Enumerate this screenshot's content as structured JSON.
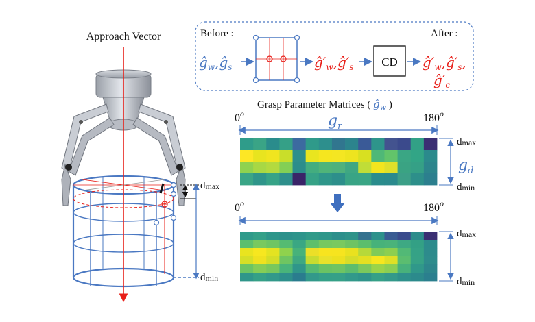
{
  "colors": {
    "blue": "#4a78c2",
    "red": "#e8201a",
    "dark": "#111111",
    "arrow_down": "#3f6fbf"
  },
  "labels": {
    "approach_vector": "Approach Vector",
    "before": "Before :",
    "after": "After :",
    "cd": "CD",
    "input_pair": "ĝ w ,ĝ s",
    "input_w": "ĝ",
    "input_w_sub": "w",
    "input_s": "ĝ",
    "input_s_sub": "s",
    "mid_w": "ĝ′",
    "mid_w_sub": "w",
    "mid_s": "ĝ′",
    "mid_s_sub": "s",
    "out_w": "ĝ′",
    "out_w_sub": "w",
    "out_s": "ĝ′",
    "out_s_sub": "s",
    "out_c": "ĝ′",
    "out_c_sub": "c",
    "matrices_title_prefix": "Grasp Parameter Matrices ( ",
    "matrices_title_symbol": "ĝ",
    "matrices_title_sub": "w",
    "matrices_title_suffix": " )",
    "deg_start": "0",
    "deg_end": "180",
    "deg_sup": "o",
    "g_r": "g",
    "g_r_sub": "r",
    "g_d": "g",
    "g_d_sub": "d",
    "d_max": "d",
    "d_max_sub": "max",
    "d_min": "d",
    "d_min_sub": "min"
  },
  "matrix_top": [
    [
      "#2f9c8a",
      "#3aa486",
      "#2a8c8c",
      "#35a087",
      "#3c6aa0",
      "#2f9a8a",
      "#2d8f8d",
      "#31768f",
      "#2c848d",
      "#3a5a97",
      "#2e958b",
      "#43538f",
      "#3b4a8c",
      "#32a186",
      "#3b2f73"
    ],
    [
      "#fde725",
      "#e8e41f",
      "#f0e51f",
      "#c9de2a",
      "#2e8f8c",
      "#e9e51f",
      "#f5e61f",
      "#f4e622",
      "#eee41f",
      "#d8e021",
      "#4fb877",
      "#62c46a",
      "#3aa684",
      "#32a586",
      "#2b8a8c"
    ],
    [
      "#8fd24f",
      "#a8d844",
      "#b3da3f",
      "#83cf55",
      "#2c8d8b",
      "#43ad7f",
      "#50b479",
      "#4fb17c",
      "#3fa783",
      "#c0dd37",
      "#f2e51e",
      "#dfe02a",
      "#3aa383",
      "#35a086",
      "#2c858c"
    ],
    [
      "#3aa586",
      "#2f958a",
      "#36a387",
      "#2e8f8b",
      "#3a2468",
      "#36a286",
      "#2f968a",
      "#2d8f8b",
      "#39a485",
      "#3aa585",
      "#2a8c8c",
      "#2b8a8d",
      "#3c9f87",
      "#2d8f8a",
      "#2c7f8e"
    ]
  ],
  "matrix_bottom": [
    [
      "#2f9a8a",
      "#34a088",
      "#2e968a",
      "#2d918b",
      "#2e948b",
      "#319a89",
      "#2f978a",
      "#2d8f8b",
      "#2f938a",
      "#35728f",
      "#2e918b",
      "#3a5c93",
      "#3a4b8c",
      "#2d8c8b",
      "#3a2f73"
    ],
    [
      "#5cbf6e",
      "#79c95f",
      "#6ec563",
      "#55bb72",
      "#3aa783",
      "#5fbf6b",
      "#76c860",
      "#7ac95f",
      "#6ec363",
      "#5cbe6c",
      "#47b27a",
      "#4ab37a",
      "#3ea983",
      "#33a085",
      "#2c8b8c"
    ],
    [
      "#e9e41f",
      "#f7e71f",
      "#e4e321",
      "#8fd24d",
      "#47b27a",
      "#ecdf28",
      "#f7e41f",
      "#f6e41f",
      "#e9e11f",
      "#b6d93a",
      "#7fcb58",
      "#8ccf50",
      "#52b976",
      "#35a286",
      "#2d8b8c"
    ],
    [
      "#d6df27",
      "#f0e21f",
      "#d5de27",
      "#6fc561",
      "#3ea881",
      "#c8dc30",
      "#e9e22a",
      "#ece11f",
      "#d6dd29",
      "#e3e022",
      "#f6e71f",
      "#dfe025",
      "#5bbd70",
      "#36a286",
      "#2e8c8c"
    ],
    [
      "#6cc464",
      "#86cd56",
      "#78c85d",
      "#49b47a",
      "#2f968a",
      "#55ba72",
      "#6ac363",
      "#6ec463",
      "#5dbd6d",
      "#7bc95c",
      "#9ad449",
      "#8bcf52",
      "#48b17b",
      "#30988a",
      "#2d868c"
    ],
    [
      "#2f968a",
      "#35a086",
      "#32998a",
      "#2d8f8b",
      "#2a7c8e",
      "#32998a",
      "#34a087",
      "#35a087",
      "#32998a",
      "#2f948a",
      "#35a087",
      "#33998a",
      "#2e908b",
      "#2c8a8c",
      "#2b7f8e"
    ]
  ]
}
